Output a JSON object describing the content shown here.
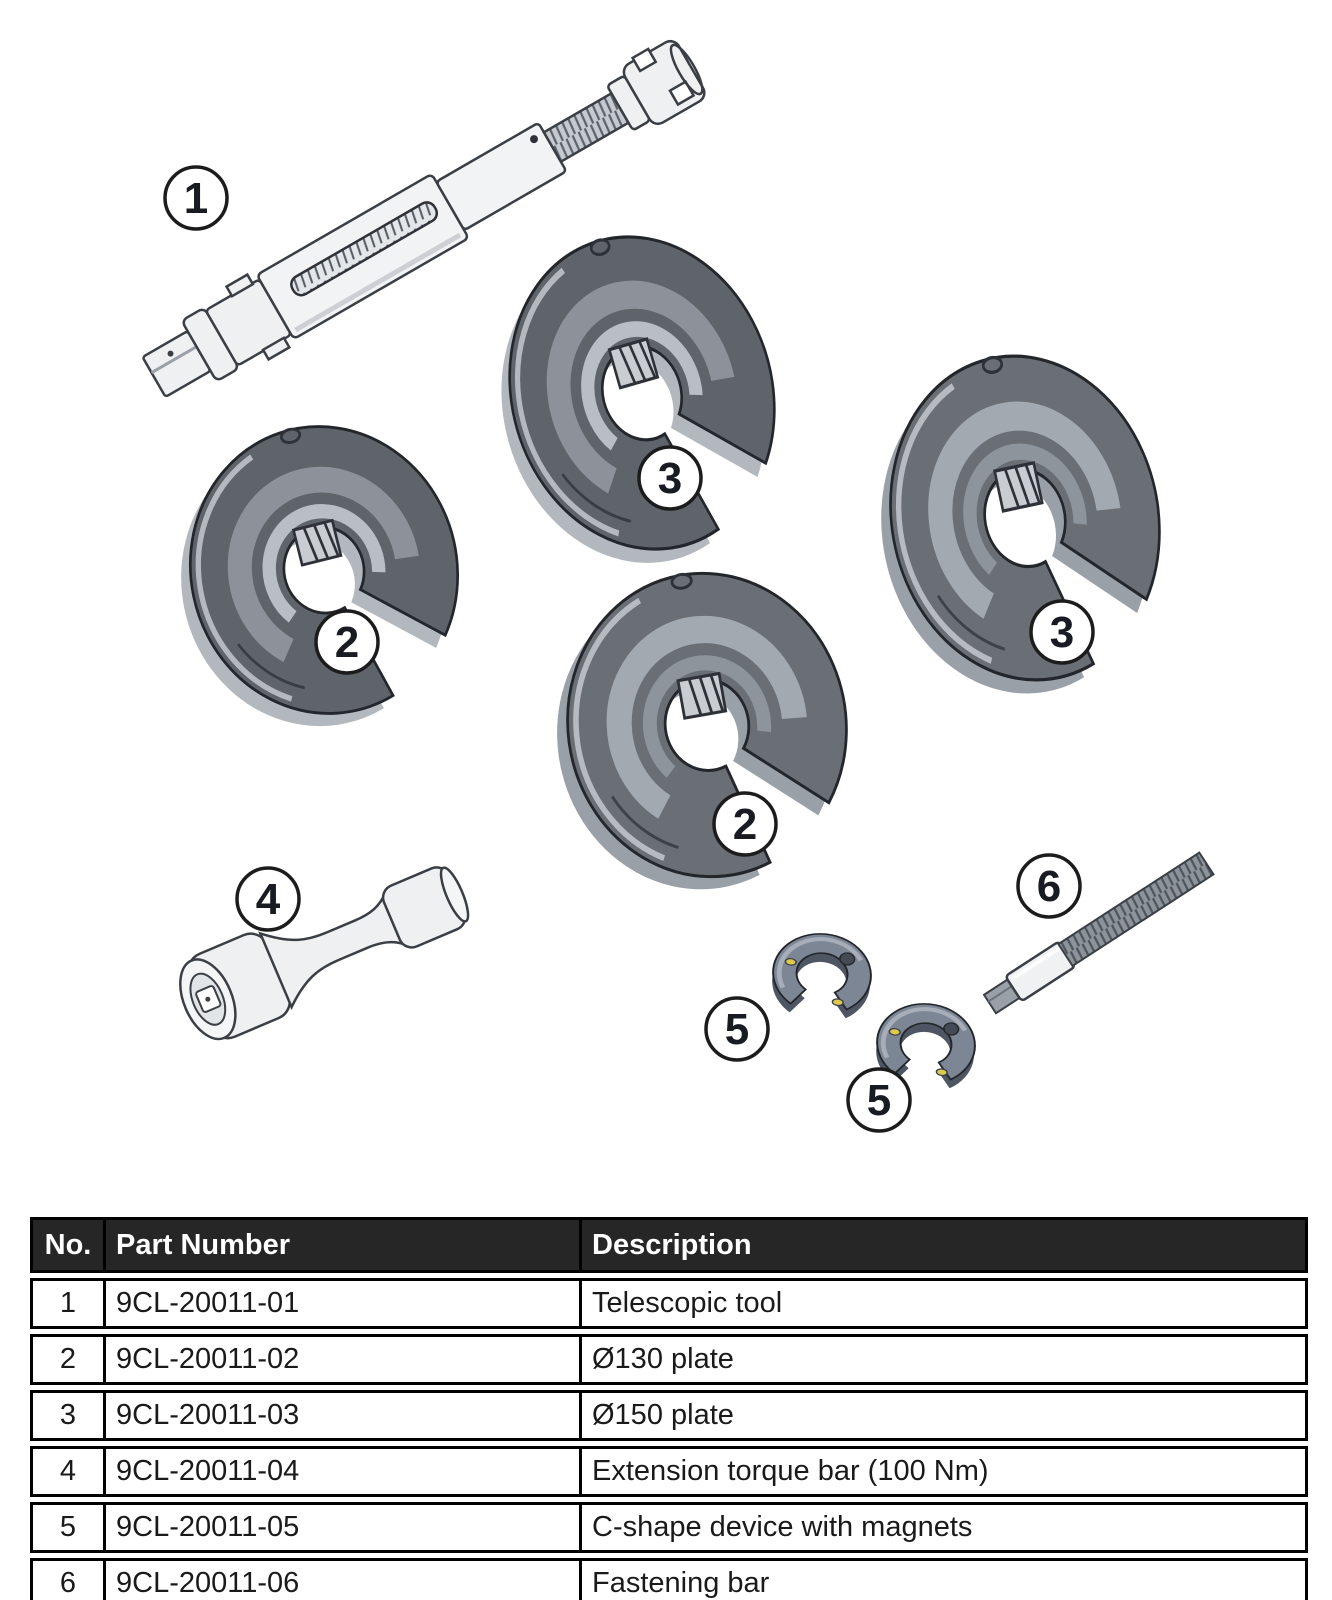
{
  "figure": {
    "callouts": [
      {
        "label": "1"
      },
      {
        "label": "2"
      },
      {
        "label": "3"
      },
      {
        "label": "3"
      },
      {
        "label": "2"
      },
      {
        "label": "4"
      },
      {
        "label": "5"
      },
      {
        "label": "5"
      },
      {
        "label": "6"
      }
    ],
    "colors": {
      "plate_face_front": "#5f646b",
      "plate_face_back": "#6a6f76",
      "plate_rim": "#b3b8bf",
      "clamp_body": "#7d8694",
      "magnet_yellow": "#ddc94e",
      "tool_metal": "#eff0f2",
      "outline": "#3a3f45"
    }
  },
  "table": {
    "headers": {
      "no": "No.",
      "part_number": "Part Number",
      "description": "Description"
    },
    "style": {
      "header_bg": "#262626",
      "header_text": "#ffffff",
      "border": "#000000"
    },
    "rows": [
      {
        "no": "1",
        "part_number": "9CL-20011-01",
        "description": "Telescopic tool"
      },
      {
        "no": "2",
        "part_number": "9CL-20011-02",
        "description": "Ø130 plate"
      },
      {
        "no": "3",
        "part_number": "9CL-20011-03",
        "description": "Ø150 plate"
      },
      {
        "no": "4",
        "part_number": "9CL-20011-04",
        "description": "Extension torque bar (100 Nm)"
      },
      {
        "no": "5",
        "part_number": "9CL-20011-05",
        "description": "C-shape device with magnets"
      },
      {
        "no": "6",
        "part_number": "9CL-20011-06",
        "description": "Fastening bar"
      }
    ]
  }
}
